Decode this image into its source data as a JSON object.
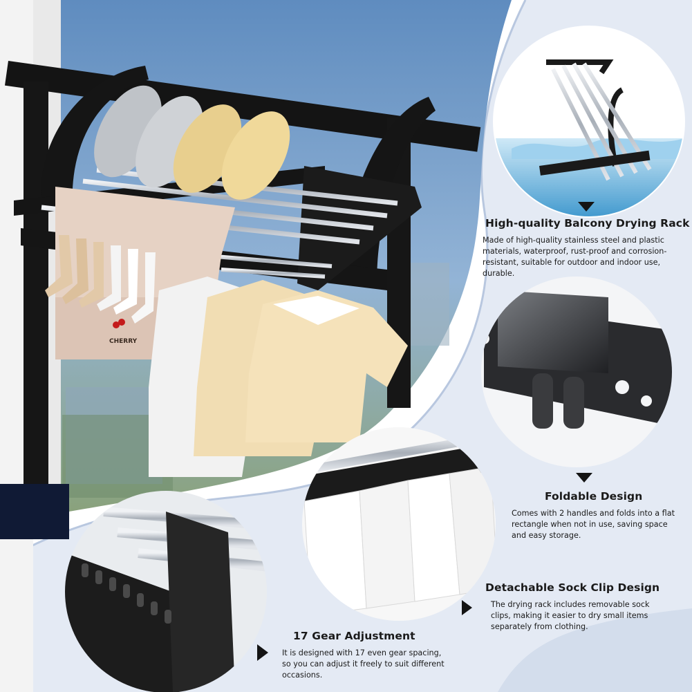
{
  "colors": {
    "background": "#ffffff",
    "swoosh": "#dfe6f1",
    "swoosh_edge": "#b8c7df",
    "rack_black": "#141414",
    "steel": "#c7ccd3",
    "sky": "#6e97c3",
    "cream": "#f4dfb6",
    "white_cloth": "#f2f2f2",
    "text": "#1a1a1a"
  },
  "hero": {
    "towel_brand": "CHERRY"
  },
  "features": [
    {
      "title": "High-quality Balcony Drying Rack",
      "description": "Made of high-quality stainless steel and plastic materials, waterproof, rust-proof and corrosion-resistant, suitable for outdoor and indoor use, durable.",
      "pointer_icon": "triangle-down-icon"
    },
    {
      "title": "Foldable Design",
      "description": "Comes with 2 handles and folds into a flat rectangle when not in use, saving space and easy storage.",
      "pointer_icon": "triangle-down-icon"
    },
    {
      "title": "Detachable Sock Clip Design",
      "description": "The drying rack includes removable sock clips, making it easier to dry small items separately from clothing.",
      "pointer_icon": "triangle-right-icon"
    },
    {
      "title": "17 Gear Adjustment",
      "description": "It is designed with 17 even gear spacing, so you can adjust it freely to suit different occasions.",
      "pointer_icon": "triangle-right-icon"
    }
  ]
}
